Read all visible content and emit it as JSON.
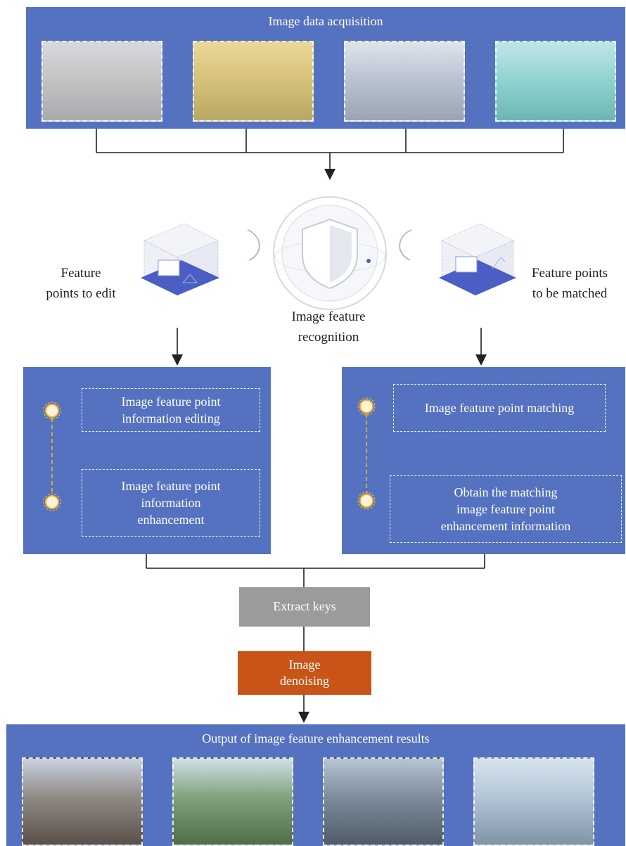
{
  "top_panel": {
    "title": "Image data acquisition"
  },
  "recognition": {
    "center_label": "Image feature\nrecognition",
    "left_label": "Feature\npoints to edit",
    "right_label": "Feature points\nto be matched"
  },
  "left_panel": {
    "box1": "Image feature point\ninformation editing",
    "box2": "Image feature point\ninformation\nenhancement"
  },
  "right_panel": {
    "box1": "Image feature point matching",
    "box2": "Obtain the matching\nimage feature point\nenhancement information"
  },
  "steps": {
    "extract": "Extract keys",
    "denoise": "Image\ndenoising"
  },
  "bottom_panel": {
    "title": "Output of image feature enhancement results"
  },
  "colors": {
    "panel": "#5472bf",
    "extract_box": "#9b9b9b",
    "denoise_box": "#c85418",
    "connector_dot": "#f2b233",
    "line": "#222222"
  }
}
